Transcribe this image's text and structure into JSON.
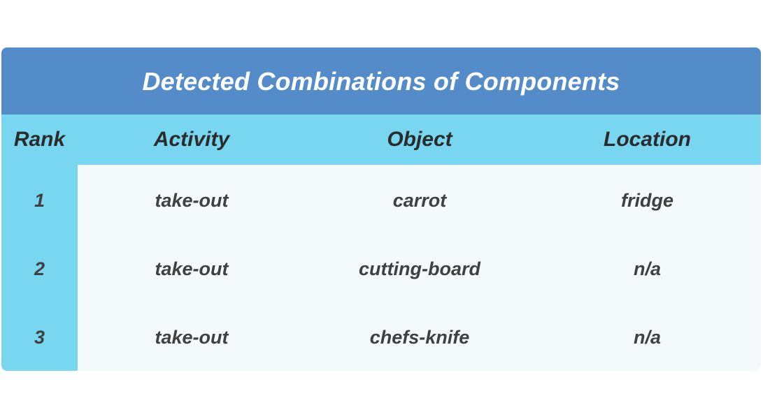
{
  "title": "Detected Combinations of Components",
  "columns": [
    "Rank",
    "Activity",
    "Object",
    "Location"
  ],
  "rows": [
    {
      "rank": "1",
      "activity": "take-out",
      "object": "carrot",
      "location": "fridge"
    },
    {
      "rank": "2",
      "activity": "take-out",
      "object": "cutting-board",
      "location": "n/a"
    },
    {
      "rank": "3",
      "activity": "take-out",
      "object": "chefs-knife",
      "location": "n/a"
    }
  ],
  "colors": {
    "title_bar": "#548bc9",
    "header_row": "#79d6f0",
    "rank_column": "#79d6f0",
    "body_background": "#f4f9fc",
    "title_text": "#ffffff",
    "cell_text": "#404040"
  }
}
